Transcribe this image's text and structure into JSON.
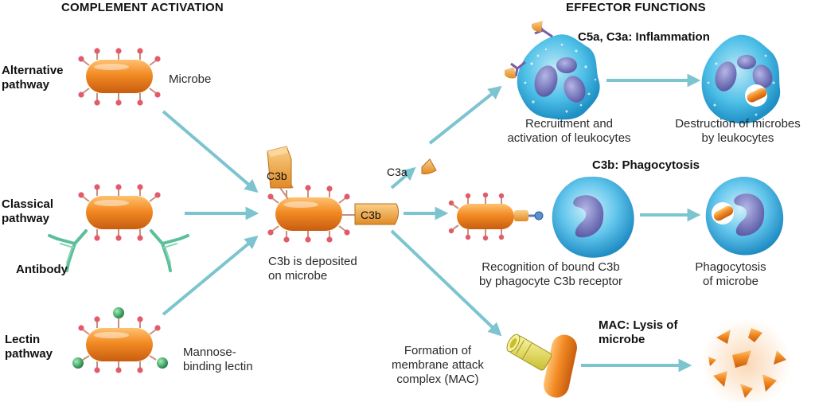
{
  "headers": {
    "activation": "COMPLEMENT ACTIVATION",
    "effector": "EFFECTOR FUNCTIONS"
  },
  "pathways": {
    "alternative": "Alternative\npathway",
    "classical": "Classical\npathway",
    "lectin": "Lectin\npathway"
  },
  "labels": {
    "microbe": "Microbe",
    "antibody": "Antibody",
    "mannose": "Mannose-\nbinding lectin",
    "c3b_deposited": "C3b is deposited\non microbe",
    "c3b_tag_top": "C3b",
    "c3b_tag_side": "C3b",
    "c3a": "C3a",
    "recruitment": "Recruitment and\nactivation of leukocytes",
    "destruction": "Destruction of microbes\nby leukocytes",
    "recognition": "Recognition of bound C3b\nby phagocyte C3b receptor",
    "phago_of": "Phagocytosis\nof microbe",
    "mac_formation": "Formation of\nmembrane attack\ncomplex (MAC)"
  },
  "effects": {
    "inflammation": "C5a, C3a: Inflammation",
    "phagocytosis": "C3b: Phagocytosis",
    "lysis": "MAC: Lysis of\nmicrobe"
  },
  "colors": {
    "microbe": "#f08a2a",
    "arrow": "#7cc4cf",
    "cell": "#3cb3e0",
    "nucleus": "#6a6bb3",
    "antibody": "#5cbf9a",
    "spike_tip": "#e35a6a",
    "lectin_ball": "#2e9a56",
    "c3b": "#f2a33d",
    "mac": "#e9e15a"
  }
}
